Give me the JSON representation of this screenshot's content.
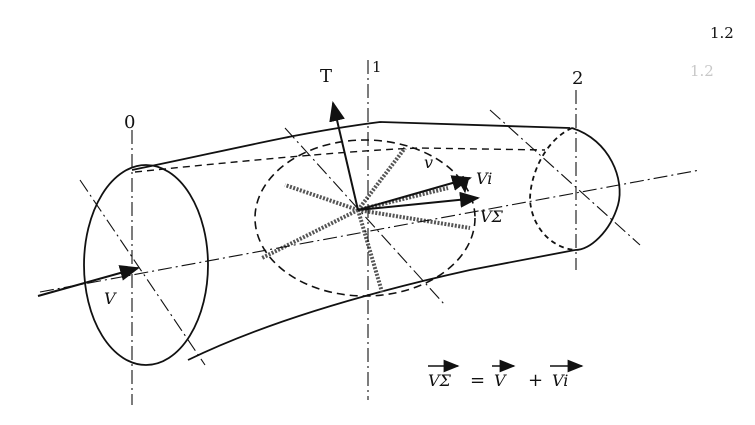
{
  "page_number": "1.2",
  "page_number_ghost": "1.2",
  "labels": {
    "section_0": "0",
    "section_1": "1",
    "section_2": "2",
    "thrust": "T",
    "inflow_velocity": "V",
    "local_velocity": "v",
    "induced_velocity": "Vi",
    "resultant_velocity": "VΣ"
  },
  "formula": {
    "lhs": "VΣ",
    "equals": "=",
    "term1": "V",
    "plus": "+",
    "term2": "Vi"
  }
}
